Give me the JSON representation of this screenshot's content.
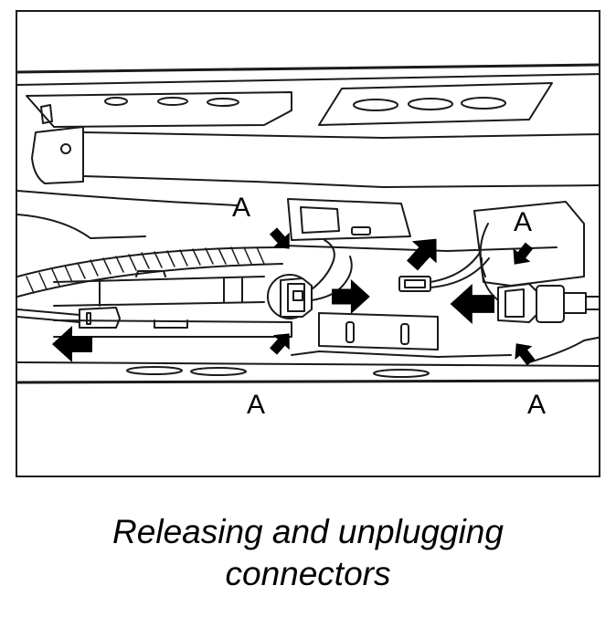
{
  "figure": {
    "callout_label": "A",
    "line_color": "#1a1a1a",
    "arrow_color": "#000000"
  },
  "caption": {
    "line1": "Releasing and unplugging",
    "line2": "connectors"
  }
}
